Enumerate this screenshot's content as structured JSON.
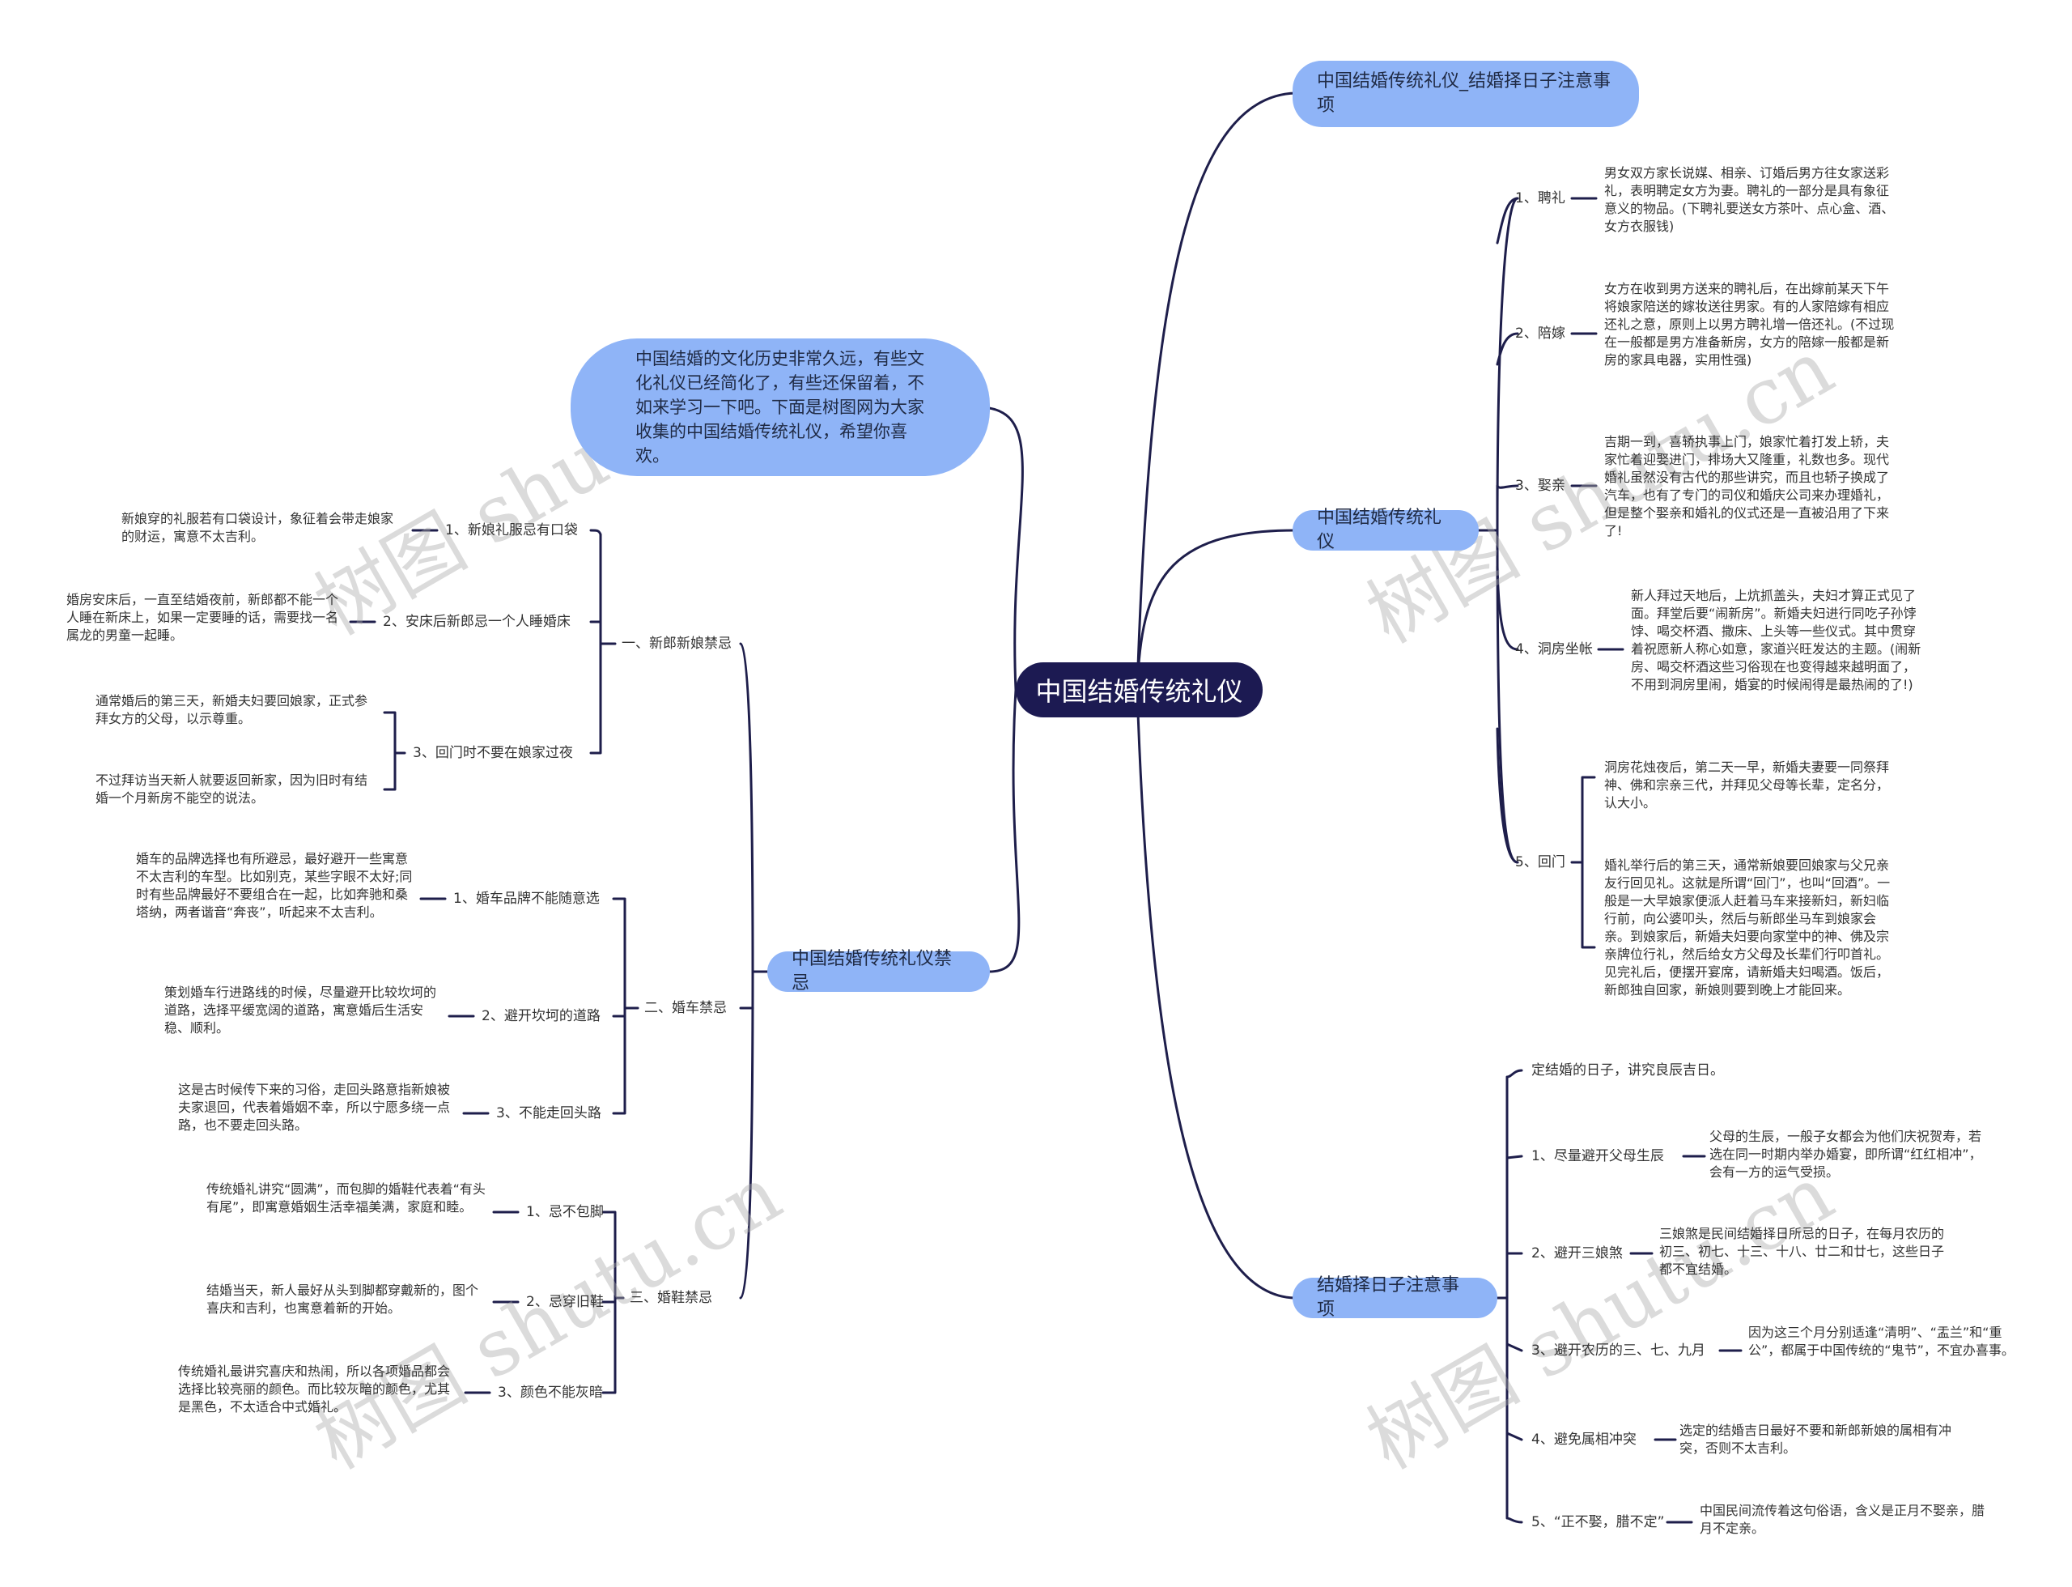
{
  "root": {
    "title": "中国结婚传统礼仪"
  },
  "intro": "中国结婚的文化历史非常久远，有些文化礼仪已经简化了，有些还保留着，不如来学习一下吧。下面是树图网为大家收集的中国结婚传统礼仪，希望你喜欢。",
  "right": {
    "title_node": "中国结婚传统礼仪_结婚择日子注意事项",
    "etiquette": {
      "label": "中国结婚传统礼仪",
      "items": [
        {
          "label": "1、聘礼",
          "texts": [
            "男女双方家长说媒、相亲、订婚后男方往女家送彩礼，表明聘定女方为妻。聘礼的一部分是具有象征意义的物品。(下聘礼要送女方茶叶、点心盒、酒、女方衣服钱)"
          ]
        },
        {
          "label": "2、陪嫁",
          "texts": [
            "女方在收到男方送来的聘礼后，在出嫁前某天下午将娘家陪送的嫁妆送往男家。有的人家陪嫁有相应还礼之意，原则上以男方聘礼增一倍还礼。(不过现在一般都是男方准备新房，女方的陪嫁一般都是新房的家具电器，实用性强)"
          ]
        },
        {
          "label": "3、娶亲",
          "texts": [
            "吉期一到，喜轿执事上门，娘家忙着打发上轿，夫家忙着迎娶进门，排场大又隆重，礼数也多。现代婚礼虽然没有古代的那些讲究，而且也轿子换成了汽车，也有了专门的司仪和婚庆公司来办理婚礼，但是整个娶亲和婚礼的仪式还是一直被沿用了下来了!"
          ]
        },
        {
          "label": "4、洞房坐帐",
          "texts": [
            "新人拜过天地后，上炕抓盖头，夫妇才算正式见了面。拜堂后要“闹新房”。新婚夫妇进行同吃子孙饽饽、喝交杯酒、撒床、上头等一些仪式。其中贯穿着祝愿新人称心如意，家道兴旺发达的主题。(闹新房、喝交杯酒这些习俗现在也变得越来越明面了，不用到洞房里闹，婚宴的时候闹得是最热闹的了!)"
          ]
        },
        {
          "label": "5、回门",
          "texts": [
            "洞房花烛夜后，第二天一早，新婚夫妻要一同祭拜神、佛和宗亲三代，并拜见父母等长辈，定名分，认大小。",
            "婚礼举行后的第三天，通常新娘要回娘家与父兄亲友行回见礼。这就是所谓“回门”，也叫“回酒”。一般是一大早娘家便派人赶着马车来接新妇，新妇临行前，向公婆叩头，然后与新郎坐马车到娘家会亲。到娘家后，新婚夫妇要向家堂中的神、佛及宗亲牌位行礼，然后给女方父母及长辈们行叩首礼。见完礼后，便摆开宴席，请新婚夫妇喝酒。饭后，新郎独自回家，新娘则要到晚上才能回来。"
          ]
        }
      ]
    },
    "dates": {
      "label": "结婚择日子注意事项",
      "lead": "定结婚的日子，讲究良辰吉日。",
      "items": [
        {
          "label": "1、尽量避开父母生辰",
          "text": "父母的生辰，一般子女都会为他们庆祝贺寿，若选在同一时期内举办婚宴，即所谓“红红相冲”，会有一方的运气受损。"
        },
        {
          "label": "2、避开三娘煞",
          "text": "三娘煞是民间结婚择日所忌的日子，在每月农历的初三、初七、十三、十八、廿二和廿七，这些日子都不宜结婚。"
        },
        {
          "label": "3、避开农历的三、七、九月",
          "text": "因为这三个月分别适逢“清明”、“盂兰”和“重公”，都属于中国传统的“鬼节”，不宜办喜事。"
        },
        {
          "label": "4、避免属相冲突",
          "text": "选定的结婚吉日最好不要和新郎新娘的属相有冲突，否则不太吉利。"
        },
        {
          "label": "5、“正不娶，腊不定”",
          "text": "中国民间流传着这句俗语，含义是正月不娶亲，腊月不定亲。"
        }
      ]
    }
  },
  "left": {
    "taboos": {
      "label": "中国结婚传统礼仪禁忌",
      "groups": [
        {
          "label": "一、新郎新娘禁忌",
          "items": [
            {
              "label": "1、新娘礼服忌有口袋",
              "texts": [
                "新娘穿的礼服若有口袋设计，象征着会带走娘家的财运，寓意不太吉利。"
              ]
            },
            {
              "label": "2、安床后新郎忌一个人睡婚床",
              "texts": [
                "婚房安床后，一直至结婚夜前，新郎都不能一个人睡在新床上，如果一定要睡的话，需要找一名属龙的男童一起睡。"
              ]
            },
            {
              "label": "3、回门时不要在娘家过夜",
              "texts": [
                "通常婚后的第三天，新婚夫妇要回娘家，正式参拜女方的父母，以示尊重。",
                "不过拜访当天新人就要返回新家，因为旧时有结婚一个月新房不能空的说法。"
              ]
            }
          ]
        },
        {
          "label": "二、婚车禁忌",
          "items": [
            {
              "label": "1、婚车品牌不能随意选",
              "texts": [
                "婚车的品牌选择也有所避忌，最好避开一些寓意不太吉利的车型。比如别克，某些字眼不太好;同时有些品牌最好不要组合在一起，比如奔驰和桑塔纳，两者谐音“奔丧”，听起来不太吉利。"
              ]
            },
            {
              "label": "2、避开坎坷的道路",
              "texts": [
                "策划婚车行进路线的时候，尽量避开比较坎坷的道路，选择平缓宽阔的道路，寓意婚后生活安稳、顺利。"
              ]
            },
            {
              "label": "3、不能走回头路",
              "texts": [
                "这是古时候传下来的习俗，走回头路意指新娘被夫家退回，代表着婚姻不幸，所以宁愿多绕一点路，也不要走回头路。"
              ]
            }
          ]
        },
        {
          "label": "三、婚鞋禁忌",
          "items": [
            {
              "label": "1、忌不包脚",
              "texts": [
                "传统婚礼讲究“圆满”，而包脚的婚鞋代表着“有头有尾”，即寓意婚姻生活幸福美满，家庭和睦。"
              ]
            },
            {
              "label": "2、忌穿旧鞋",
              "texts": [
                "结婚当天，新人最好从头到脚都穿戴新的，图个喜庆和吉利，也寓意着新的开始。"
              ]
            },
            {
              "label": "3、颜色不能灰暗",
              "texts": [
                "传统婚礼最讲究喜庆和热闹，所以各项婚品都会选择比较亮丽的颜色。而比较灰暗的颜色，尤其是黑色，不太适合中式婚礼。"
              ]
            }
          ]
        }
      ]
    }
  },
  "watermarks": [
    "树图 shutu.cn",
    "树图 shutu.cn",
    "树图 shutu.cn",
    "树图 shutu.cn"
  ],
  "colors": {
    "root_bg": "#1c1a52",
    "branch_bg": "#8fb4f7",
    "line": "#1e1e4b"
  }
}
